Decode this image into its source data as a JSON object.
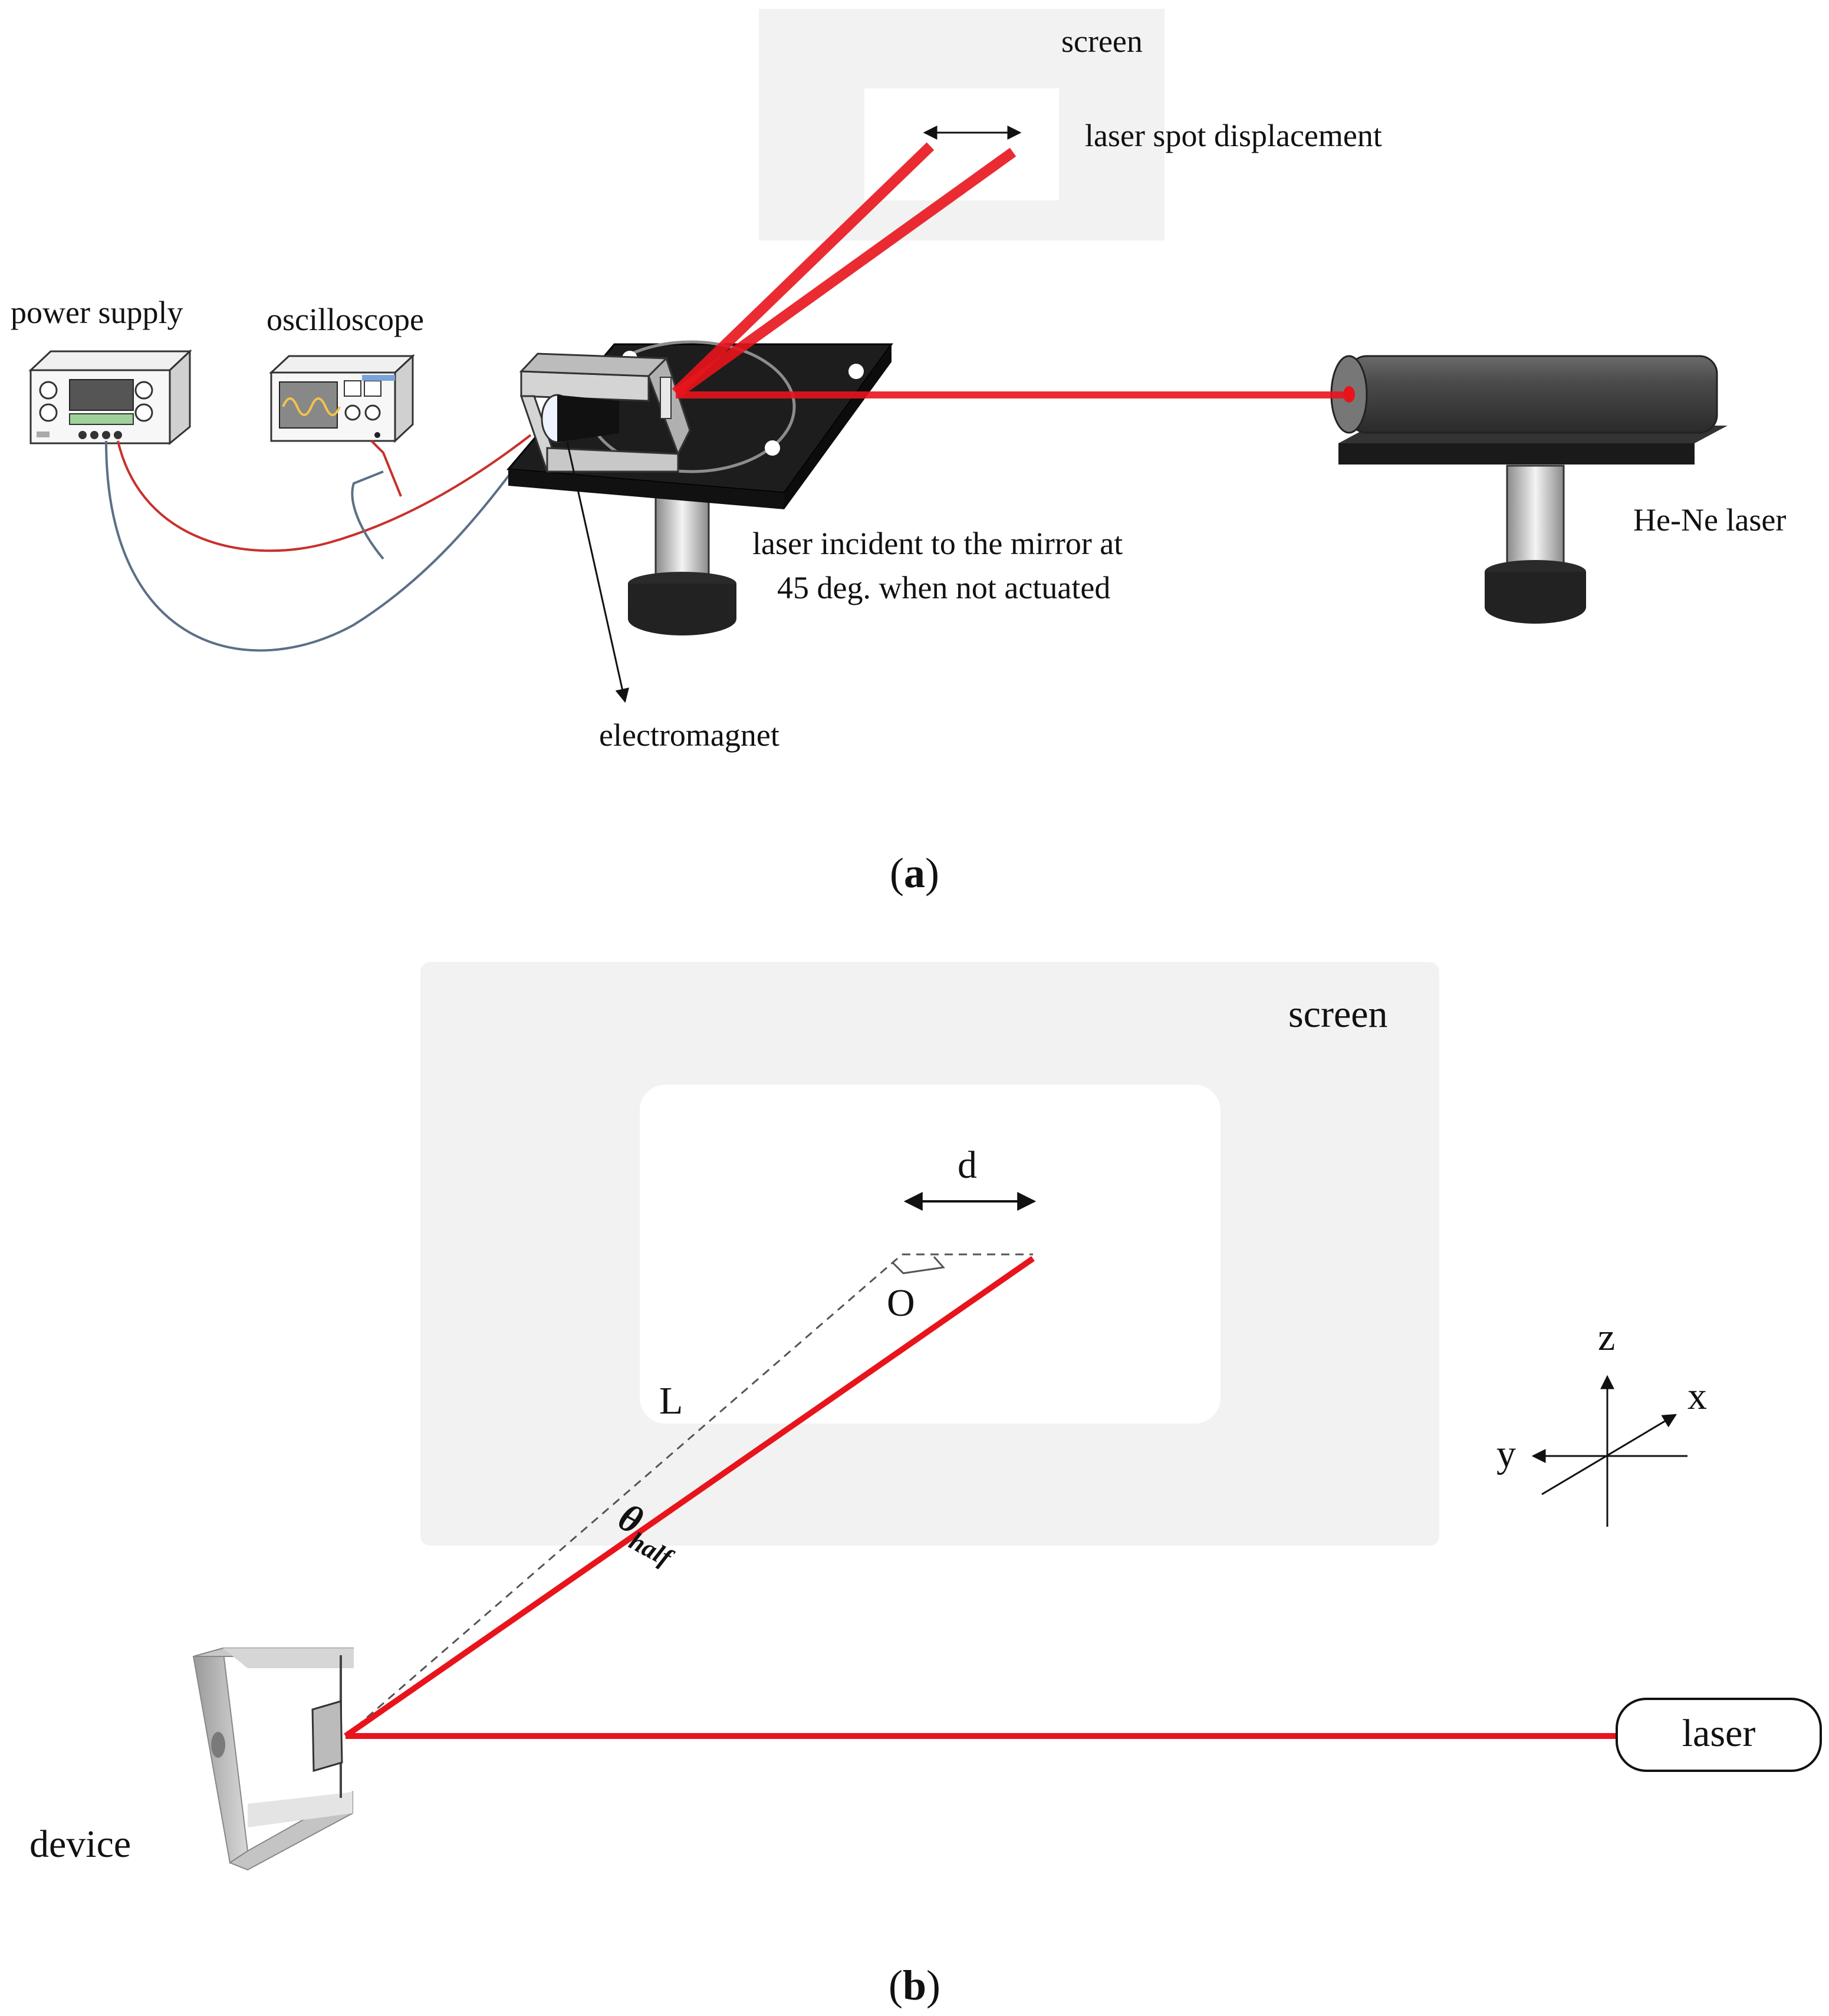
{
  "panel_a": {
    "caption_open": "(",
    "caption_letter": "a",
    "caption_close": ")",
    "labels": {
      "screen": "screen",
      "laser_spot_displacement": "laser spot displacement",
      "power_supply": "power supply",
      "oscilloscope": "oscilloscope",
      "laser_incident_line1": "laser incident to the mirror  at",
      "laser_incident_line2": "45 deg. when not actuated",
      "he_ne_laser": "He-Ne laser",
      "electromagnet": "electromagnet"
    }
  },
  "panel_b": {
    "caption_open": "(",
    "caption_letter": "b",
    "caption_close": ")",
    "labels": {
      "screen": "screen",
      "d": "d",
      "o": "O",
      "l": "L",
      "theta": "θ",
      "theta_sub": "half",
      "device": "device",
      "laser": "laser",
      "axis_z": "z",
      "axis_x": "x",
      "axis_y": "y"
    }
  },
  "colors": {
    "laser_beam": "#e8141c",
    "screen_panel": "#f2f2f2",
    "wire_red": "#c8302c",
    "wire_blue": "#5b6f86"
  }
}
